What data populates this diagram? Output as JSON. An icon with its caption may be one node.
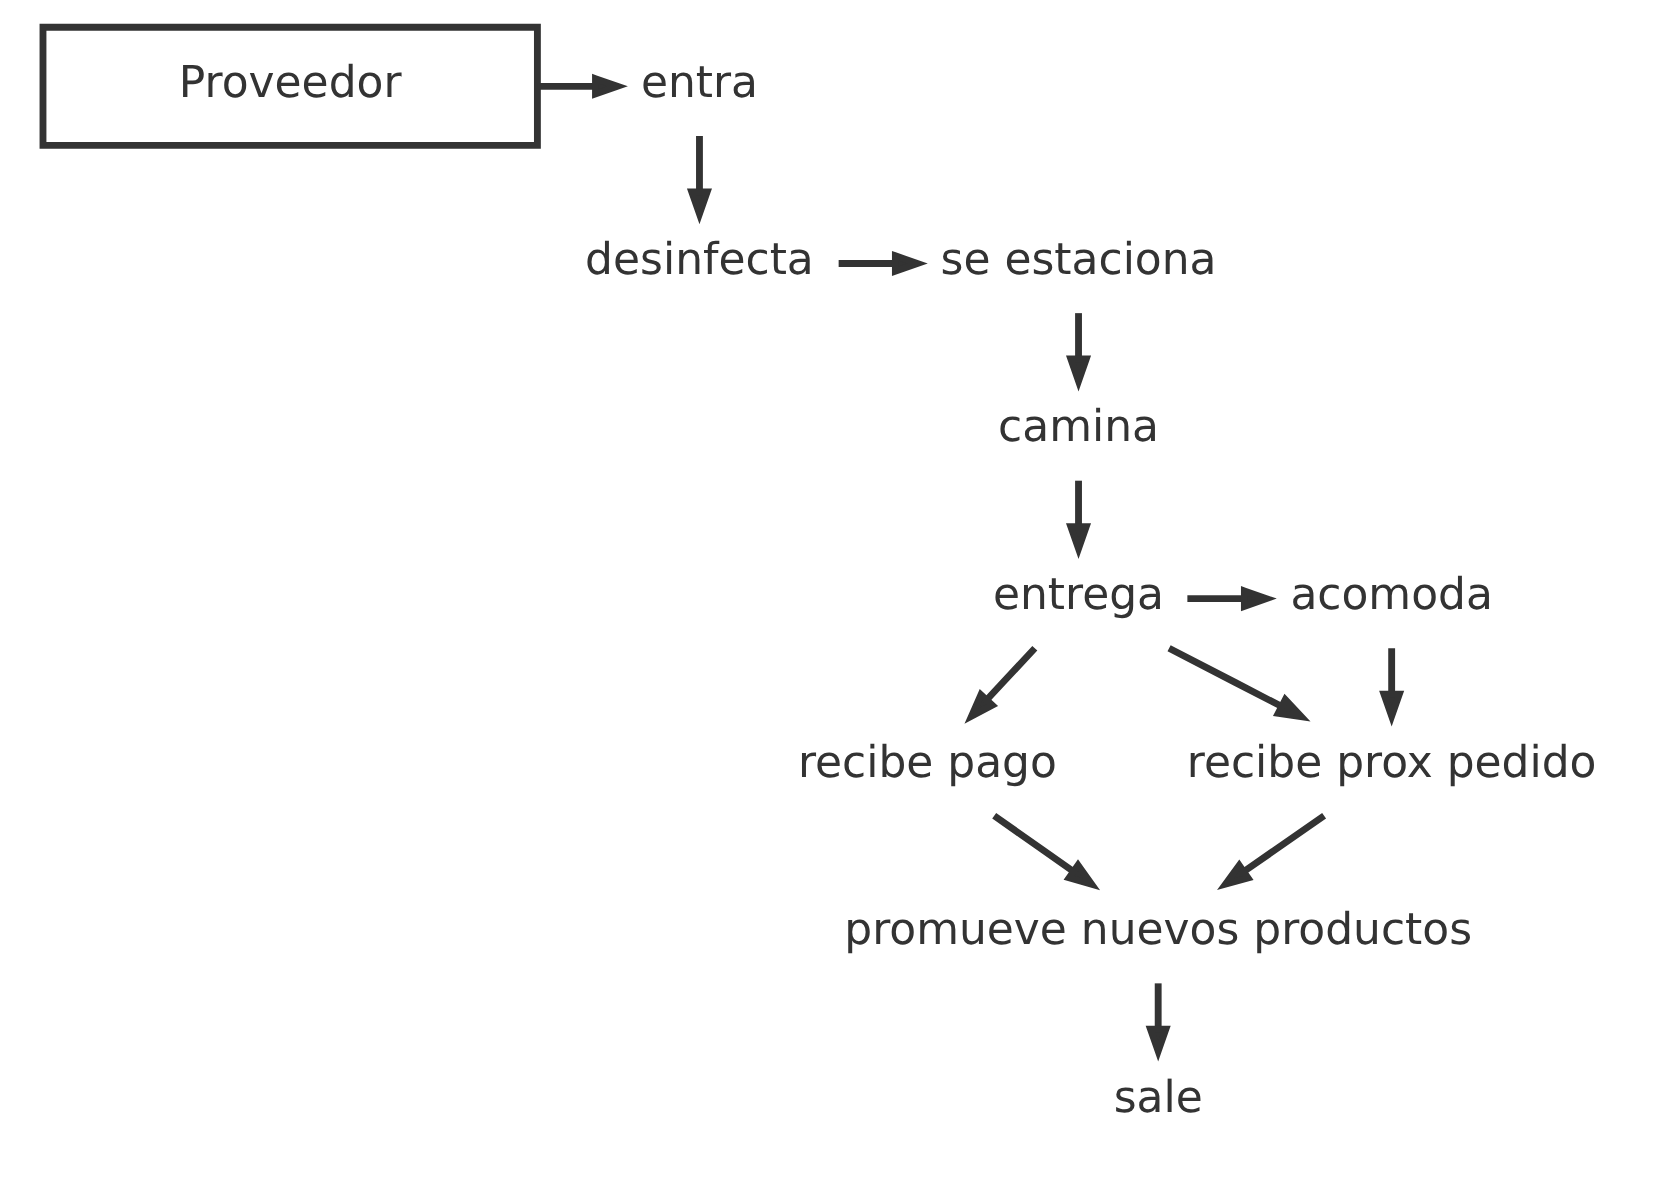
{
  "diagram": {
    "nodes": [
      {
        "text": [
          "Proveedor"
        ]
      },
      {
        "text": [
          "entra"
        ]
      },
      {
        "text": [
          "desinfecta"
        ]
      },
      {
        "text": [
          "se estaciona"
        ]
      },
      {
        "text": [
          "camina"
        ]
      },
      {
        "text": [
          "entrega"
        ]
      },
      {
        "text": [
          "acomoda"
        ]
      },
      {
        "text": [
          "recibe pago"
        ]
      },
      {
        "text": [
          "recibe prox pedido"
        ]
      },
      {
        "text": [
          "promueve nuevos productos"
        ]
      },
      {
        "text": [
          "sale"
        ]
      }
    ],
    "edges": [
      {
        "from": 0,
        "to": 1,
        "arrow": "to"
      },
      {
        "from": 1,
        "to": 2,
        "arrow": "to"
      },
      {
        "from": 2,
        "to": 3,
        "arrow": "to"
      },
      {
        "from": 3,
        "to": 4,
        "arrow": "to"
      },
      {
        "from": 4,
        "to": 5,
        "arrow": "to"
      },
      {
        "from": 5,
        "to": 6,
        "arrow": "to"
      },
      {
        "from": 5,
        "to": 7,
        "arrow": "to"
      },
      {
        "from": 5,
        "to": 8,
        "arrow": "to"
      },
      {
        "from": 6,
        "to": 8,
        "arrow": "to"
      },
      {
        "from": 7,
        "to": 9,
        "arrow": "to"
      },
      {
        "from": 8,
        "to": 9,
        "arrow": "to"
      },
      {
        "from": 9,
        "to": 10,
        "arrow": "to"
      }
    ]
  }
}
